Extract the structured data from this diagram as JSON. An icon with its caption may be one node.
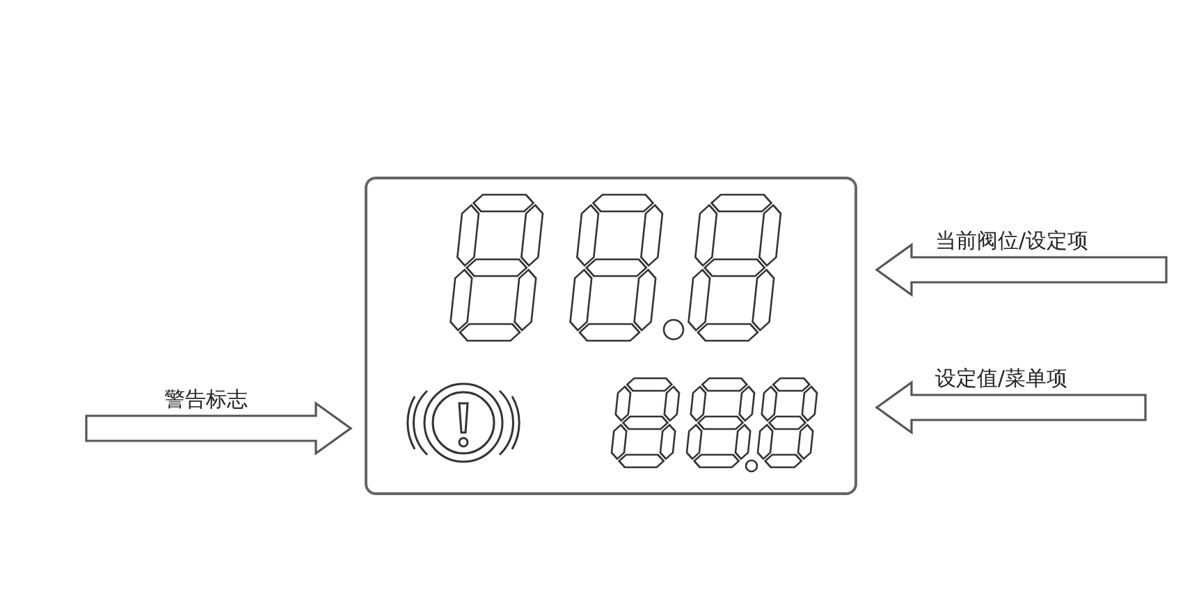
{
  "diagram": {
    "nodes": [
      {
        "text": [
          "警告标志"
        ]
      },
      {
        "text": [
          "当前阀位/设定项"
        ]
      },
      {
        "text": [
          "设定值/菜单项"
        ]
      },
      {
        "text": [],
        "shape": "box"
      }
    ],
    "edges": [
      {
        "from": 0,
        "to": 3,
        "arrow": "to"
      },
      {
        "from": 1,
        "to": 3,
        "arrow": "to"
      },
      {
        "from": 2,
        "to": 3,
        "arrow": "to"
      }
    ]
  }
}
